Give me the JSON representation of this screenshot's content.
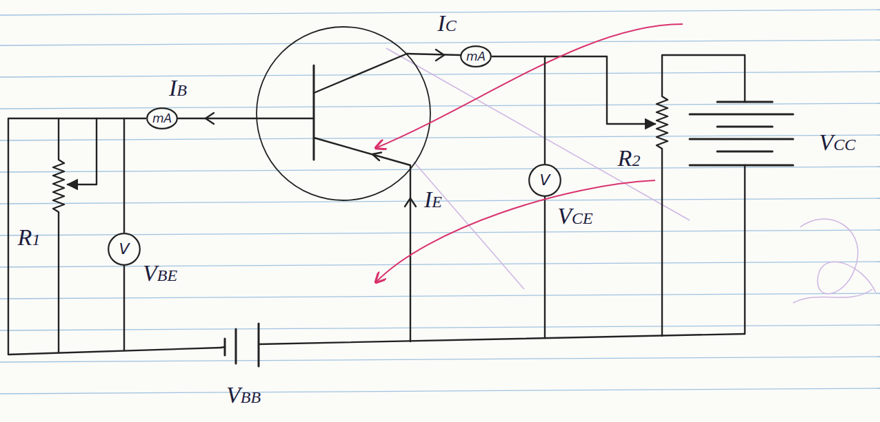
{
  "diagram": {
    "nodes": [
      {
        "text": [
          "mA"
        ]
      },
      {
        "text": [
          "mA"
        ]
      },
      {
        "text": [
          "V"
        ]
      },
      {
        "text": [
          "V"
        ]
      }
    ],
    "edges": [
      {
        "from": 0,
        "to": 2,
        "arrow": "none"
      },
      {
        "from": 1,
        "to": 3,
        "arrow": "none"
      }
    ],
    "labels": [
      "IC",
      "IB",
      "IE",
      "VBE",
      "VCE",
      "R1",
      "R2",
      "VCC",
      "VBB"
    ]
  }
}
